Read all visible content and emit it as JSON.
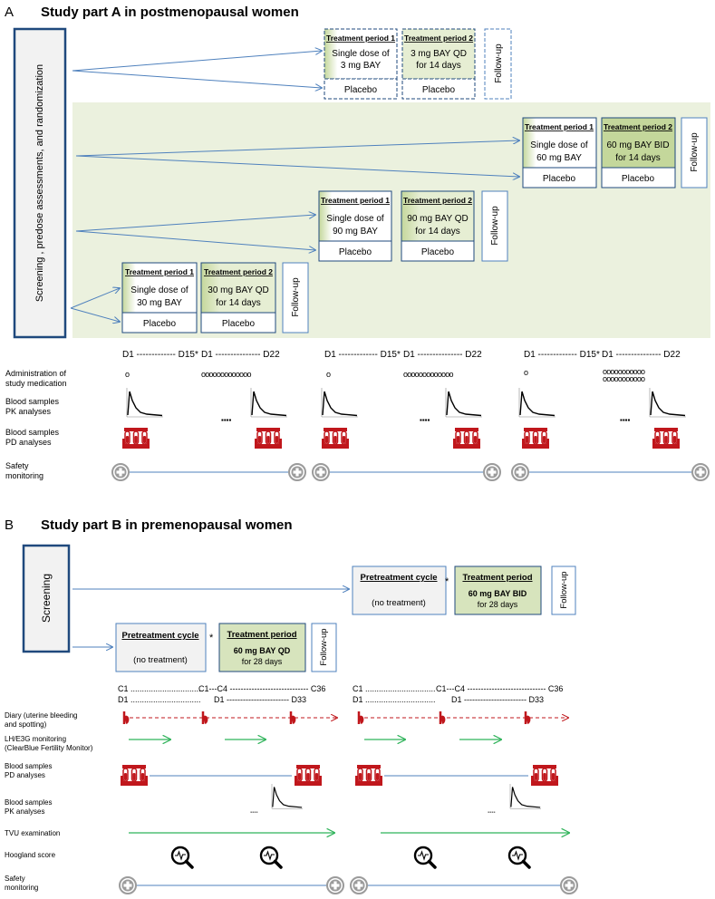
{
  "partA": {
    "letter": "A",
    "title": "Study part A in postmenopausal women",
    "screening": "Screening , predose assessments, and randomization",
    "tp1": "Treatment period 1",
    "tp2": "Treatment period 2",
    "placebo": "Placebo",
    "followup": "Follow-up",
    "cohort3": {
      "sd1": "Single dose of",
      "sd2": "3 mg BAY",
      "md1": "3 mg BAY QD",
      "md2": "for 14 days"
    },
    "cohort60": {
      "sd1": "Single dose of",
      "sd2": "60 mg BAY",
      "md1": "60 mg BAY BID",
      "md2": "for 14 days"
    },
    "cohort90": {
      "sd1": "Single dose of",
      "sd2": "90 mg BAY",
      "md1": "90 mg BAY QD",
      "md2": "for 14 days"
    },
    "cohort30": {
      "sd1": "Single dose of",
      "sd2": "30 mg BAY",
      "md1": "30 mg BAY QD",
      "md2": "for 14 days"
    },
    "day_left": "D1 ------------- D15*",
    "day_right": "D1 --------------- D22",
    "rows": {
      "admin1": "Administration of",
      "admin2": "study medication",
      "pk1": "Blood samples",
      "pk2": "PK analyses",
      "pd1": "Blood samples",
      "pd2": "PD analyses",
      "safety1": "Safety",
      "safety2": "monitoring"
    },
    "single_dose_mark": "o",
    "multi_dose_marks": "ooooooooooooo",
    "bid_marks_1": "ooooooooooo",
    "bid_marks_2": "ooooooooooo",
    "predose_dots": "▪▪▪▪"
  },
  "partB": {
    "letter": "B",
    "title": "Study part B in premenopausal women",
    "screening": "Screening",
    "pretreat": "Pretreatment cycle",
    "no_treatment": "(no treatment)",
    "asterisk": "*",
    "treatment": "Treatment period",
    "followup": "Follow-up",
    "lower_dose1": "60 mg BAY QD",
    "lower_dose2": "for 28 days",
    "upper_dose1": "60 mg BAY BID",
    "upper_dose2": "for 28 days",
    "cyc_c1": "C1 ...............................",
    "cyc_d1": "D1 ...............................",
    "cyc_c1c4": "C1---C4 ----------------------------- C36",
    "cyc_d1d33": "D1 ----------------------- D33",
    "rows": {
      "diary1": "Diary (uterine bleeding",
      "diary2": "and spotting)",
      "lh1": "LH/E3G monitoring",
      "lh2": "(ClearBlue Fertility Monitor)",
      "pd1": "Blood samples",
      "pd2": "PD analyses",
      "pk1": "Blood samples",
      "pk2": "PK analyses",
      "tvu": "TVU examination",
      "hoog": "Hoogland score",
      "safety1": "Safety",
      "safety2": "monitoring"
    }
  },
  "colors": {
    "blue": "#4f81bd",
    "dark_blue": "#1f497d",
    "light_green": "#ebf1de",
    "green_fill": "#d7e4bd",
    "green_arrow": "#2fb35a",
    "red": "#c0171c",
    "gray": "#9b9b9b"
  }
}
